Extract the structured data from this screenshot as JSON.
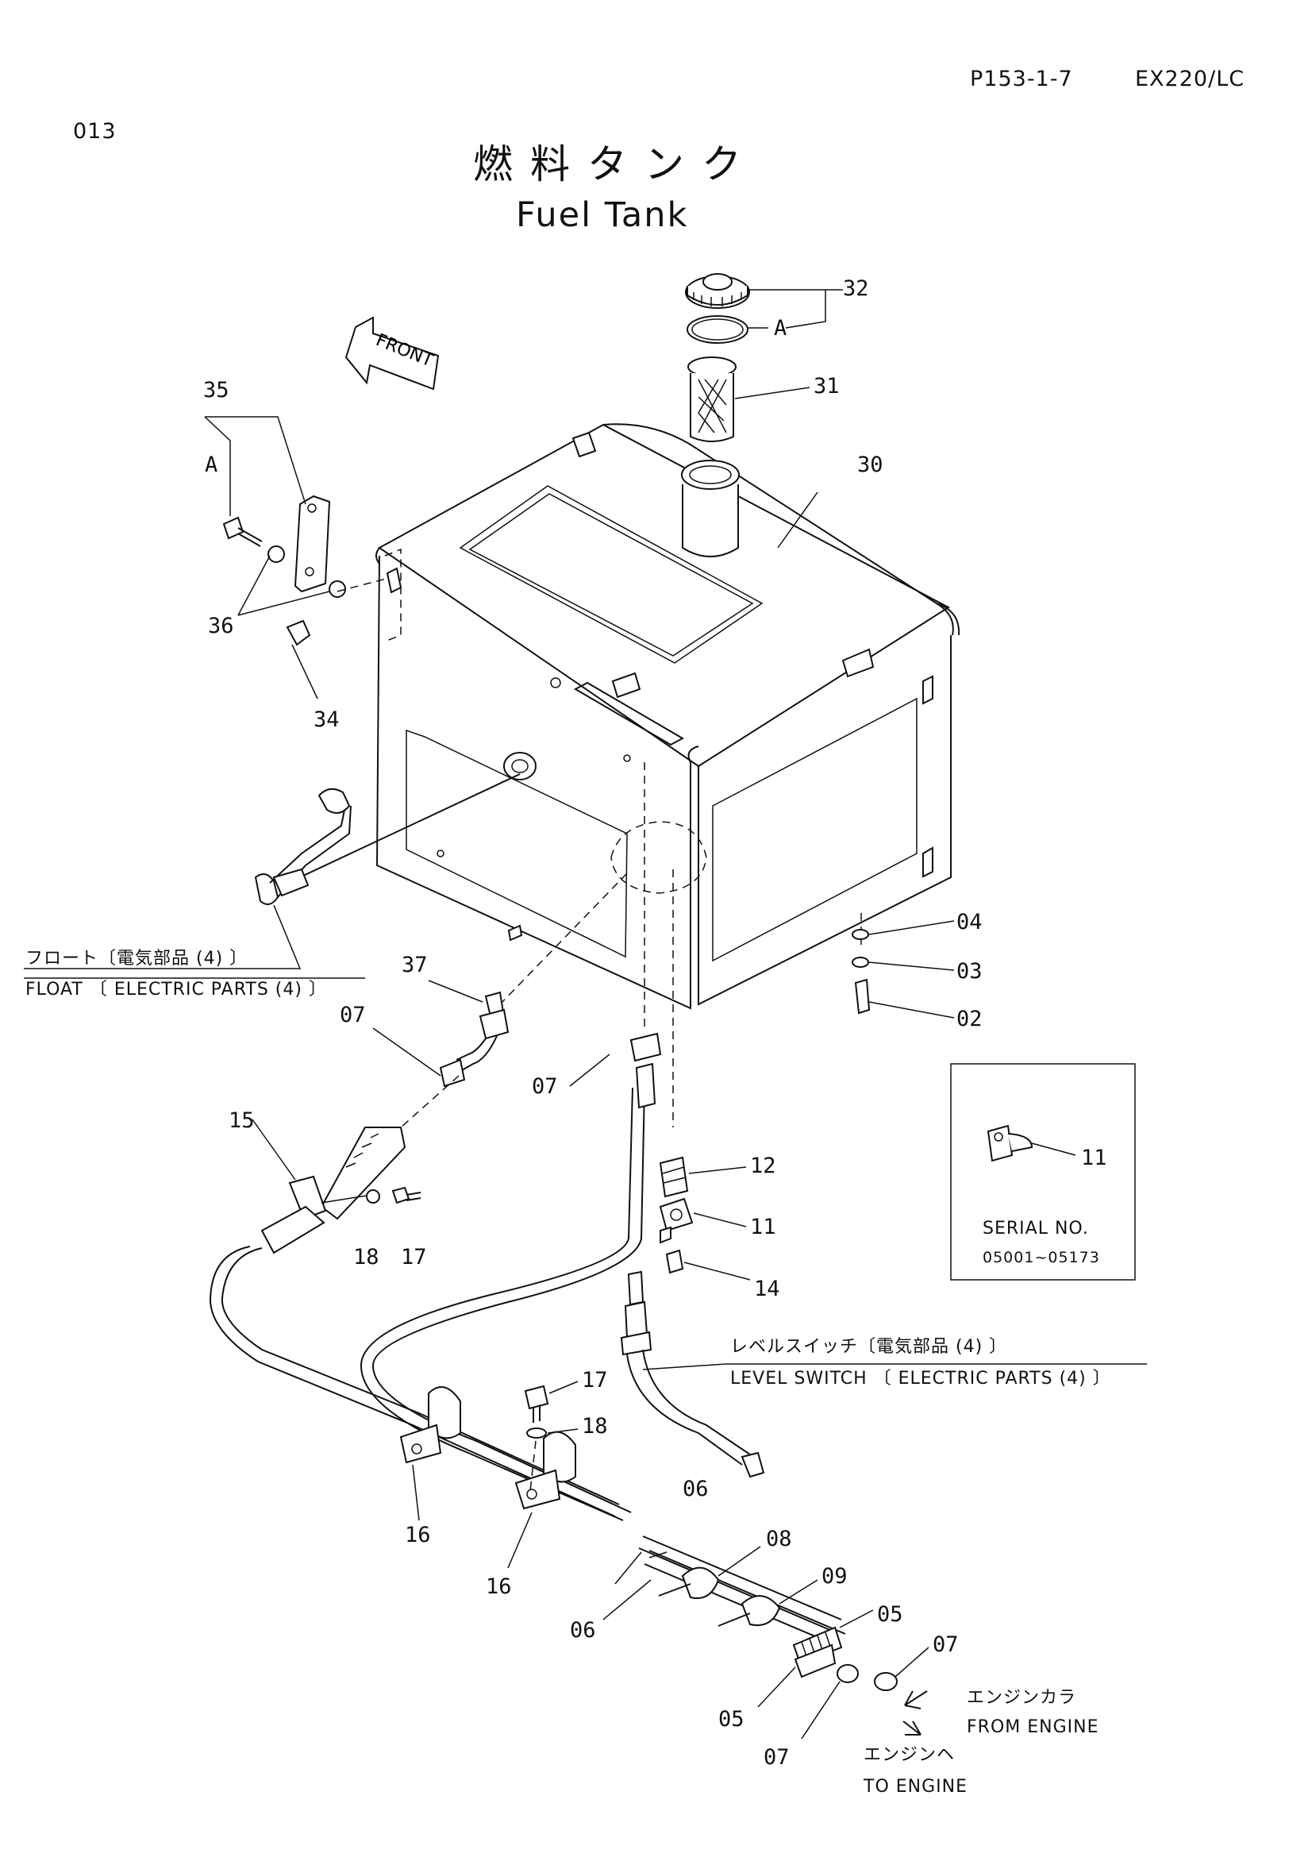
{
  "header": {
    "doc_code": "013",
    "page_ref": "P153-1-7",
    "model": "EX220/LC"
  },
  "title": {
    "jp": "燃料タンク",
    "en": "Fuel Tank"
  },
  "front_arrow": {
    "label": "FRONT"
  },
  "callouts": {
    "c30": "30",
    "c31": "31",
    "c32": "32",
    "cA_top": "A",
    "c35": "35",
    "cA_left": "A",
    "c36": "36",
    "c34": "34",
    "c37": "37",
    "c07_a": "07",
    "c07_b": "07",
    "c07_c": "07",
    "c07_d": "07",
    "c15": "15",
    "c18_a": "18",
    "c17_a": "17",
    "c04": "04",
    "c03": "03",
    "c02": "02",
    "c12": "12",
    "c11": "11",
    "c14": "14",
    "c17_b": "17",
    "c18_b": "18",
    "c16_a": "16",
    "c16_b": "16",
    "c06_a": "06",
    "c06_b": "06",
    "c08": "08",
    "c09": "09",
    "c05_a": "05",
    "c05_b": "05"
  },
  "notes": {
    "float_jp": "フロート〔電気部品 (4) 〕",
    "float_en": "FLOAT 〔 ELECTRIC PARTS (4) 〕",
    "level_jp": "レベルスイッチ〔電気部品 (4) 〕",
    "level_en": "LEVEL SWITCH 〔 ELECTRIC PARTS (4) 〕",
    "from_engine_jp": "エンジンカラ",
    "from_engine_en": "FROM ENGINE",
    "to_engine_jp": "エンジンヘ",
    "to_engine_en": "TO ENGINE"
  },
  "inset": {
    "callout": "11",
    "serial_label": "SERIAL NO.",
    "serial_range": "05001~05173"
  }
}
